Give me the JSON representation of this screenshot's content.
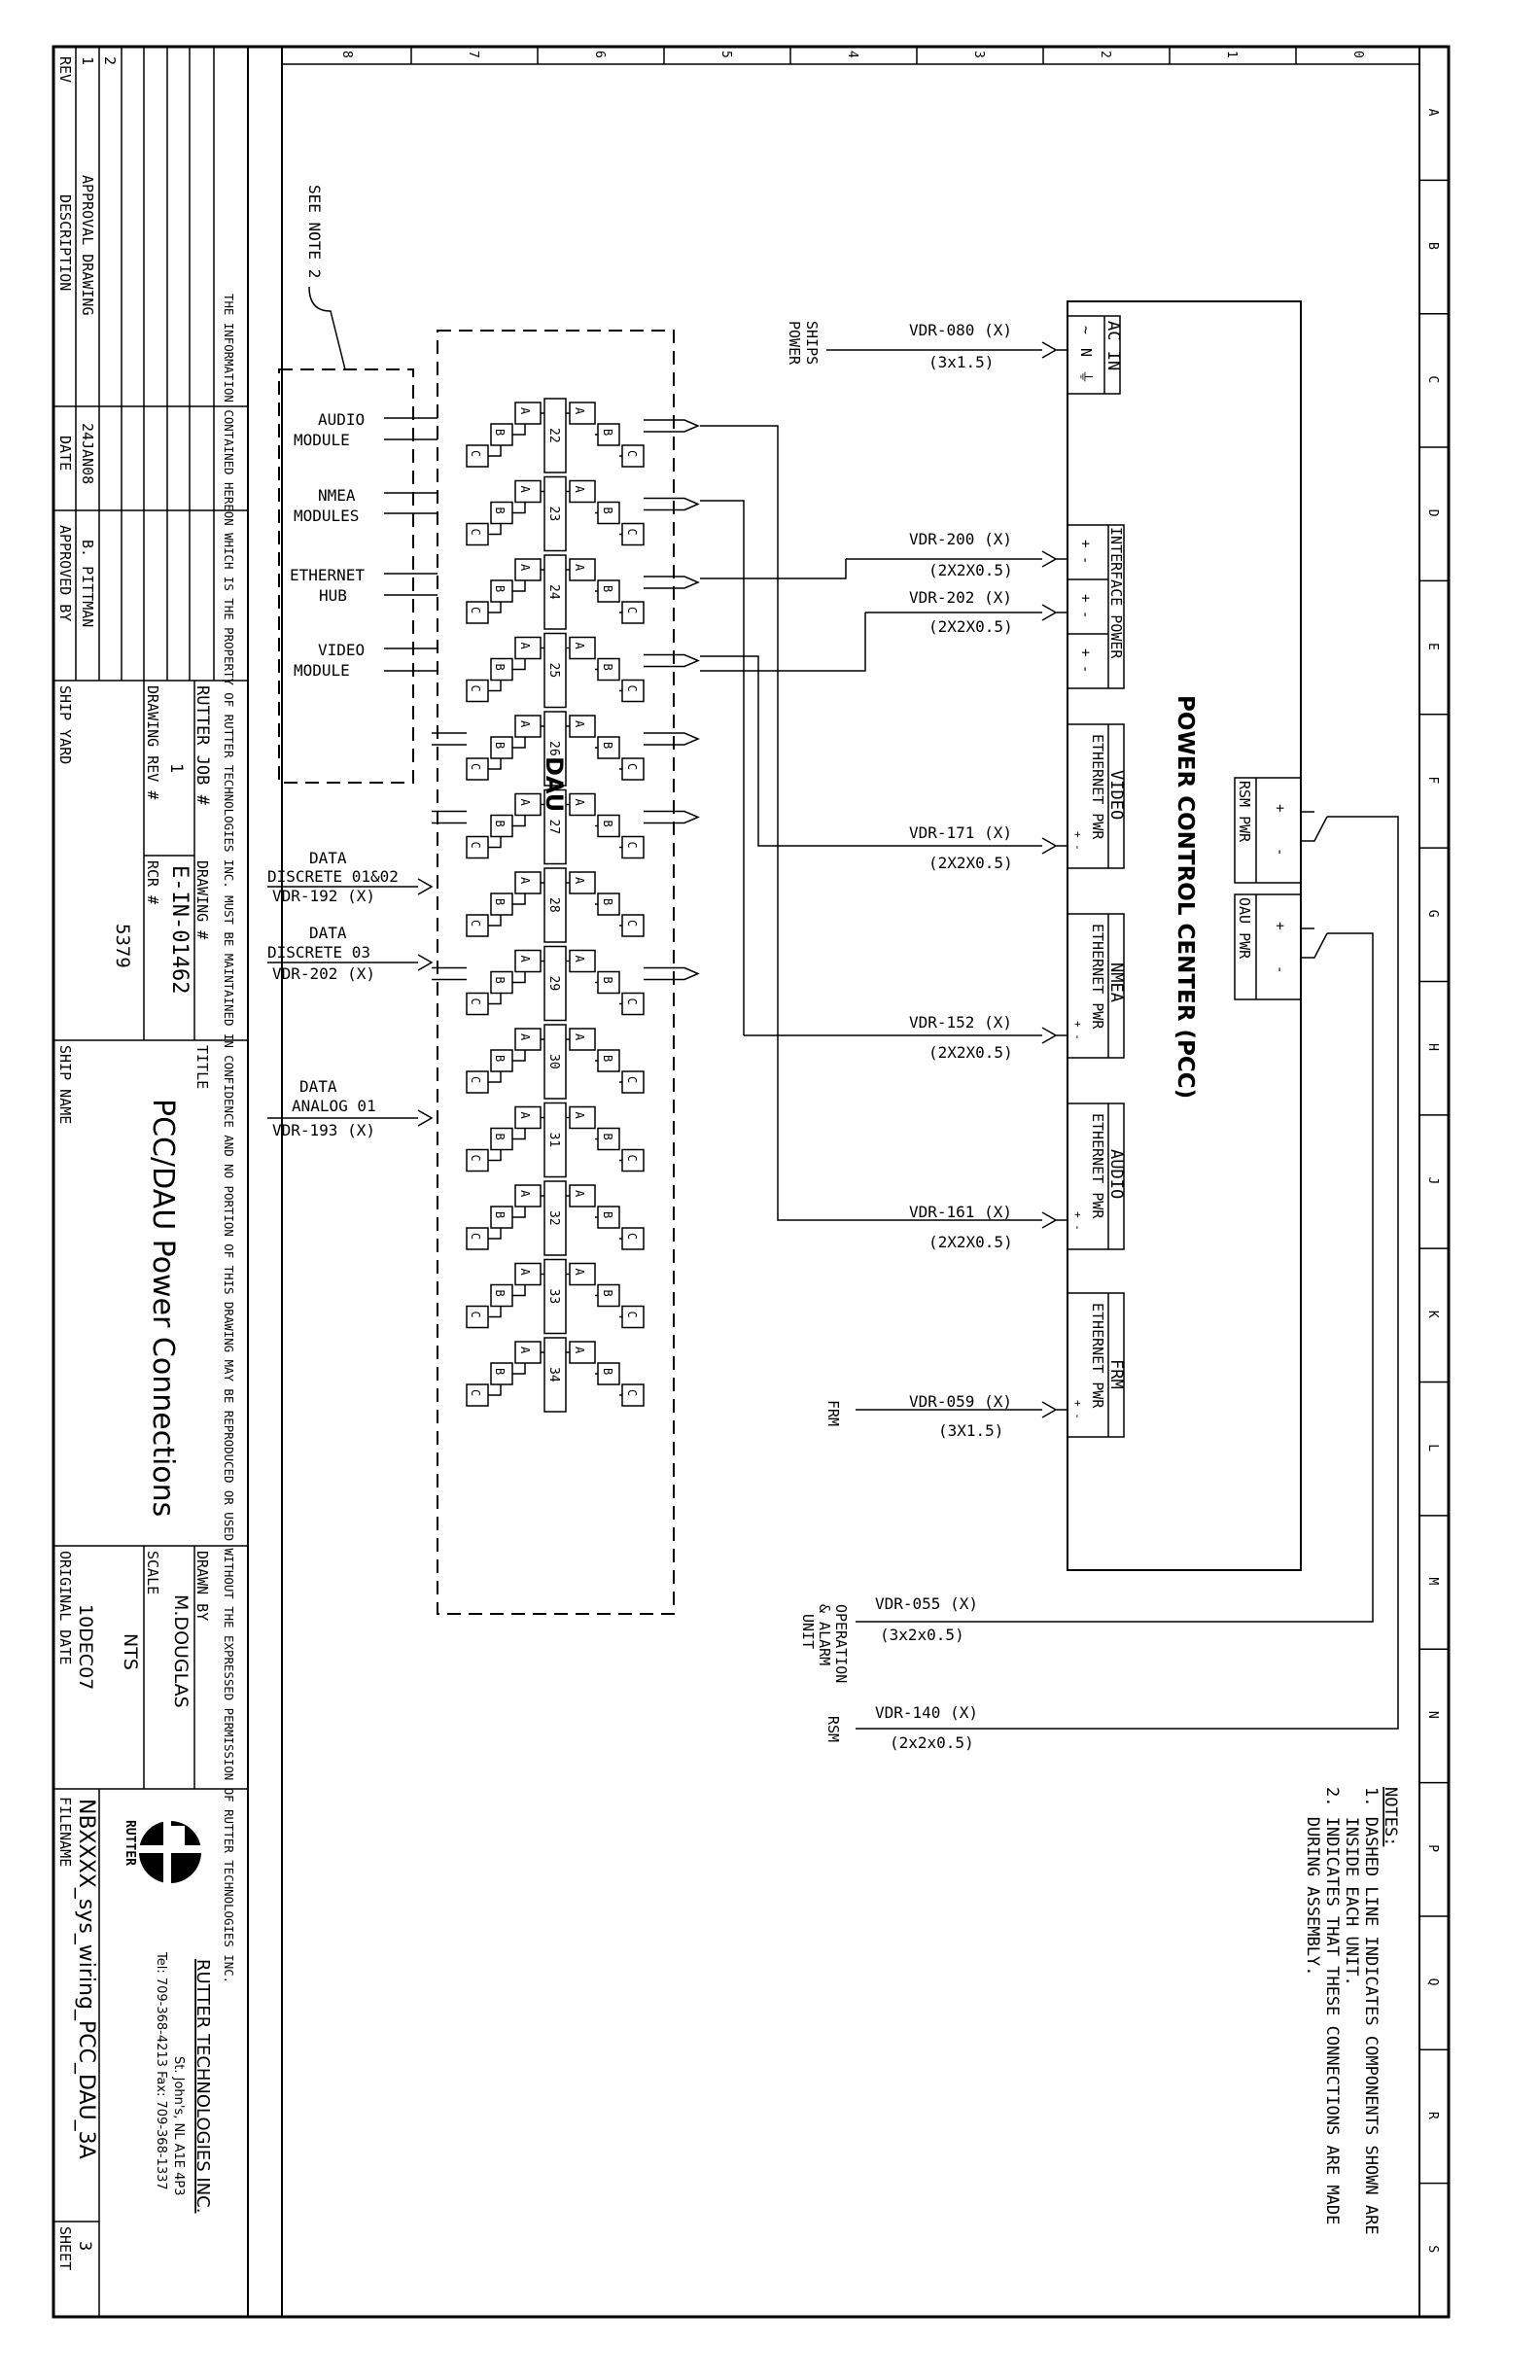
{
  "border": {
    "columns": [
      "8",
      "7",
      "6",
      "5",
      "4",
      "3",
      "2",
      "1",
      "0"
    ],
    "rows": [
      "A",
      "B",
      "C",
      "D",
      "E",
      "F",
      "G",
      "H",
      "J",
      "K",
      "L",
      "M",
      "N",
      "P",
      "Q",
      "R",
      "S"
    ]
  },
  "pcc": {
    "title": "POWER CONTROL CENTER (PCC)",
    "ac_in": {
      "label": "AC IN",
      "terms": [
        "~",
        "N",
        "⏚"
      ]
    },
    "interface_power": {
      "label": "INTERFACE POWER",
      "terms": [
        "+ -",
        "+ -",
        "+ -"
      ]
    },
    "modules": [
      {
        "label": "VIDEO",
        "sub": "ETHERNET PWR",
        "pm": "+ -"
      },
      {
        "label": "NMEA",
        "sub": "ETHERNET PWR",
        "pm": "+ -"
      },
      {
        "label": "AUDIO",
        "sub": "ETHERNET PWR",
        "pm": "+ -"
      },
      {
        "label": "FRM",
        "sub": "ETHERNET PWR",
        "pm": "+ -"
      }
    ],
    "rsm_pwr": {
      "label": "RSM PWR",
      "pm": [
        "+",
        "-"
      ]
    },
    "oau_pwr": {
      "label": "OAU PWR",
      "pm": [
        "+",
        "-"
      ]
    }
  },
  "cables": [
    {
      "id": "VDR-080 (X)",
      "size": "(3x1.5)"
    },
    {
      "id": "VDR-200 (X)",
      "size": "(2X2X0.5)"
    },
    {
      "id": "VDR-202 (X)",
      "size": "(2X2X0.5)"
    },
    {
      "id": "VDR-171 (X)",
      "size": "(2X2X0.5)"
    },
    {
      "id": "VDR-152 (X)",
      "size": "(2X2X0.5)"
    },
    {
      "id": "VDR-161 (X)",
      "size": "(2X2X0.5)"
    },
    {
      "id": "VDR-059 (X)",
      "size": "(3X1.5)"
    },
    {
      "id": "VDR-055 (X)",
      "size": "(3x2x0.5)"
    },
    {
      "id": "VDR-140 (X)",
      "size": "(2x2x0.5)"
    }
  ],
  "external": {
    "ships_power": [
      "SHIPS",
      "POWER"
    ],
    "frm": "FRM",
    "operation": [
      "OPERATION",
      "& ALARM",
      "UNIT"
    ],
    "rsm": "RSM"
  },
  "dau": {
    "title": "DAU",
    "terminals": [
      "22",
      "23",
      "24",
      "25",
      "26",
      "27",
      "28",
      "29",
      "30",
      "31",
      "32",
      "33",
      "34"
    ],
    "pin_a": "A",
    "pin_b": "B",
    "pin_c": "C",
    "left_labels": [
      [
        "AUDIO",
        "MODULE"
      ],
      [
        "NMEA",
        "MODULES"
      ],
      [
        "ETHERNET",
        "HUB"
      ],
      [
        "VIDEO",
        "MODULE"
      ]
    ],
    "see_note": "SEE NOTE 2",
    "data_labels": [
      [
        "DATA",
        "DISCRETE 01&02",
        "VDR-192 (X)"
      ],
      [
        "DATA",
        "DISCRETE 03",
        "VDR-202 (X)"
      ],
      [
        "DATA",
        "ANALOG 01",
        "VDR-193 (X)"
      ]
    ]
  },
  "notes": {
    "title": "NOTES:",
    "lines": [
      "1. DASHED LINE INDICATES COMPONENTS SHOWN ARE",
      "   INSIDE EACH UNIT.",
      "2. INDICATES THAT THESE CONNECTIONS ARE MADE",
      "   DURING ASSEMBLY."
    ]
  },
  "confidential": "THE INFORMATION CONTAINED HEREON WHICH IS THE PROPERTY OF RUTTER TECHNOLOGIES INC. MUST BE MAINTAINED IN CONFIDENCE AND NO PORTION OF THIS DRAWING MAY BE REPRODUCED OR USED WITHOUT THE EXPRESSED PERMISSION OF RUTTER TECHNOLOGIES INC.",
  "title_block": {
    "rev_header": "REV",
    "rows": [
      {
        "rev": "1",
        "desc": "APPROVAL DRAWING",
        "date": "24JAN08",
        "by": "B. PITTMAN"
      },
      {
        "rev": "2",
        "desc": "",
        "date": "",
        "by": ""
      }
    ],
    "desc_header": "DESCRIPTION",
    "date_header": "DATE",
    "approved_header": "APPROVED BY",
    "ship_yard": "SHIP YARD",
    "rutter_job": "RUTTER JOB #",
    "drawing_rev_label": "DRAWING REV #",
    "drawing_rev": "1",
    "drawing_no_label": "DRAWING #",
    "drawing_no": "E-IN-01462",
    "rcr_label": "RCR #",
    "rcr": "5379",
    "ship_name": "SHIP NAME",
    "title_label": "TITLE",
    "title": "PCC/DAU Power Connections",
    "drawn_by_label": "DRAWN BY",
    "drawn_by": "M.DOUGLAS",
    "scale_label": "SCALE",
    "scale": "NTS",
    "orig_date_label": "ORIGINAL DATE",
    "orig_date": "10DEC07",
    "company": "RUTTER TECHNOLOGIES INC.",
    "address": "St. John's, NL  A1E 4P3",
    "phone": "Tel: 709-368-4213  Fax: 709-368-1337",
    "logo_text": "RUTTER",
    "filename_label": "FILENAME",
    "filename": "NBXXXX_sys_wiring_PCC_DAU_3A",
    "sheet_label": "SHEET",
    "sheet": "3"
  }
}
